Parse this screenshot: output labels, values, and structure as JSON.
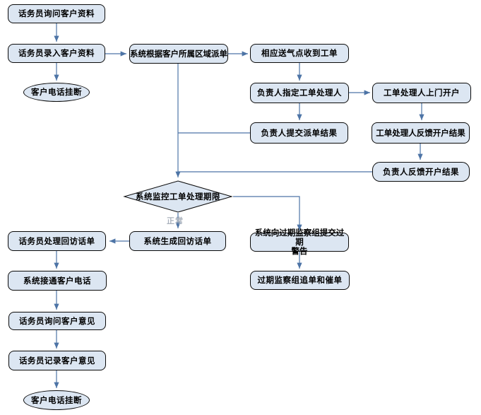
{
  "diagram": {
    "type": "flowchart",
    "colors": {
      "background": "#ffffff",
      "node_fill": "#dce6f2",
      "node_border": "#0a0a0a",
      "connector": "#4d74a6",
      "edge_label_color": "#aab2bd",
      "text": "#000000"
    },
    "nodes": [
      {
        "id": "ask-customer-info",
        "shape": "rounded-rect",
        "label": "话务员询问客户资料"
      },
      {
        "id": "enter-customer-info",
        "shape": "rounded-rect",
        "label": "话务员录入客户资料"
      },
      {
        "id": "customer-hangup-1",
        "shape": "terminator",
        "label": "客户电话挂断"
      },
      {
        "id": "system-dispatch",
        "shape": "rounded-rect",
        "label": "系统根据客户所属区域派单"
      },
      {
        "id": "gas-station-receive",
        "shape": "rounded-rect",
        "label": "相应送气点收到工单"
      },
      {
        "id": "assign-handler",
        "shape": "rounded-rect",
        "label": "负责人指定工单处理人"
      },
      {
        "id": "handler-door-open",
        "shape": "rounded-rect",
        "label": "工单处理人上门开户"
      },
      {
        "id": "submit-dispatch-result",
        "shape": "rounded-rect",
        "label": "负责人提交派单结果"
      },
      {
        "id": "handler-feedback",
        "shape": "rounded-rect",
        "label": "工单处理人反馈开户结果"
      },
      {
        "id": "leader-feedback",
        "shape": "rounded-rect",
        "label": "负责人反馈开户结果"
      },
      {
        "id": "monitor-deadline",
        "shape": "decision",
        "label": "系统监控工单处理期限"
      },
      {
        "id": "generate-callback",
        "shape": "rounded-rect",
        "label": "系统生成回访话单"
      },
      {
        "id": "handle-callback",
        "shape": "rounded-rect",
        "label": "话务员处理回访话单"
      },
      {
        "id": "connect-customer-phone",
        "shape": "rounded-rect",
        "label": "系统接通客户电话"
      },
      {
        "id": "ask-customer-opinion",
        "shape": "rounded-rect",
        "label": "话务员询问客户意见"
      },
      {
        "id": "record-customer-opinion",
        "shape": "rounded-rect",
        "label": "话务员记录客户意见"
      },
      {
        "id": "customer-hangup-2",
        "shape": "terminator",
        "label": "客户电话挂断"
      },
      {
        "id": "overdue-warning",
        "shape": "rounded-rect",
        "label": "系统向过期监察组提交过期\n警告"
      },
      {
        "id": "overdue-chase",
        "shape": "rounded-rect",
        "label": "过期监察组追单和催单"
      }
    ],
    "edge_labels": {
      "normal": "正常"
    }
  }
}
